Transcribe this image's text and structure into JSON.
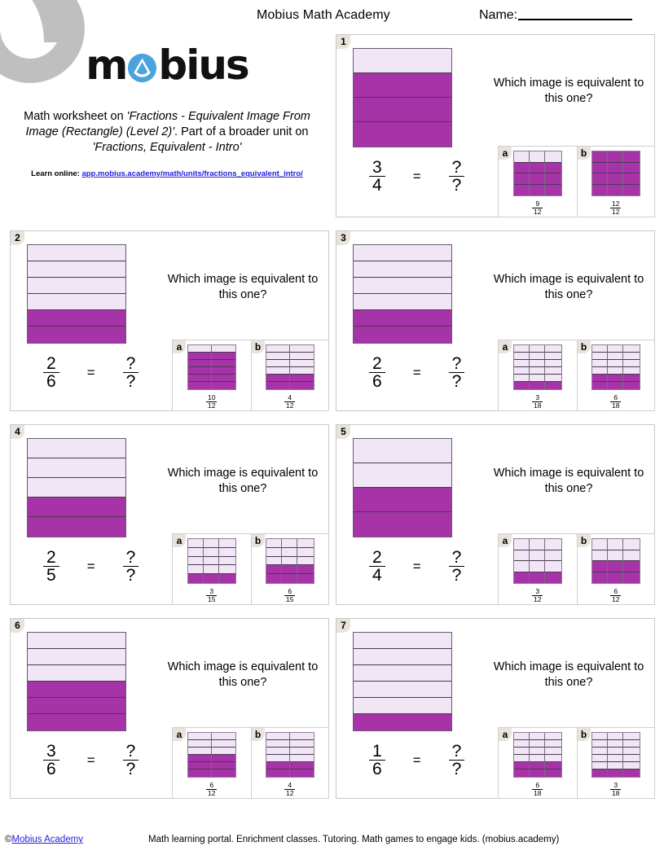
{
  "header": {
    "title": "Mobius Math Academy",
    "name_label": "Name:"
  },
  "brand": {
    "logo_part1": "m",
    "logo_part2": "bius",
    "description_plain_1": "Math worksheet on ",
    "description_italic_1": "'Fractions - Equivalent Image From Image (Rectangle) (Level 2)'",
    "description_plain_2": ". Part of a broader unit on ",
    "description_italic_2": "'Fractions, Equivalent - Intro'",
    "learn_label": "Learn online: ",
    "learn_url_text": "app.mobius.academy/math/units/fractions_equivalent_intro/"
  },
  "colors": {
    "fill": "#a733a9",
    "empty": "#f0e6f5",
    "badge": "#e8e4dc",
    "link": "#2020e0",
    "swirl": "#bfbfbf",
    "drop": "#4aa3dd"
  },
  "prompt_text": "Which image is equivalent to this one?",
  "questions": [
    {
      "number": "1",
      "prompt": "Which image is equivalent to this one?",
      "fraction": {
        "numerator": "3",
        "denominator": "4"
      },
      "equals": "=",
      "answer": {
        "numerator": "?",
        "denominator": "?"
      },
      "main_bar": {
        "rows": 4,
        "filled": 3,
        "fill_from": "bottom"
      },
      "options": [
        {
          "letter": "a",
          "cols": 3,
          "rows": 4,
          "filled_rows": 3,
          "numerator": "9",
          "denominator": "12"
        },
        {
          "letter": "b",
          "cols": 3,
          "rows": 4,
          "filled_rows": 4,
          "numerator": "12",
          "denominator": "12"
        }
      ]
    },
    {
      "number": "2",
      "prompt": "Which image is equivalent to this one?",
      "fraction": {
        "numerator": "2",
        "denominator": "6"
      },
      "equals": "=",
      "answer": {
        "numerator": "?",
        "denominator": "?"
      },
      "main_bar": {
        "rows": 6,
        "filled": 2,
        "fill_from": "bottom"
      },
      "options": [
        {
          "letter": "a",
          "cols": 2,
          "rows": 6,
          "filled_rows": 5,
          "numerator": "10",
          "denominator": "12"
        },
        {
          "letter": "b",
          "cols": 2,
          "rows": 6,
          "filled_rows": 2,
          "numerator": "4",
          "denominator": "12"
        }
      ]
    },
    {
      "number": "3",
      "prompt": "Which image is equivalent to this one?",
      "fraction": {
        "numerator": "2",
        "denominator": "6"
      },
      "equals": "=",
      "answer": {
        "numerator": "?",
        "denominator": "?"
      },
      "main_bar": {
        "rows": 6,
        "filled": 2,
        "fill_from": "bottom"
      },
      "options": [
        {
          "letter": "a",
          "cols": 3,
          "rows": 6,
          "filled_rows": 1,
          "numerator": "3",
          "denominator": "18"
        },
        {
          "letter": "b",
          "cols": 3,
          "rows": 6,
          "filled_rows": 2,
          "numerator": "6",
          "denominator": "18"
        }
      ]
    },
    {
      "number": "4",
      "prompt": "Which image is equivalent to this one?",
      "fraction": {
        "numerator": "2",
        "denominator": "5"
      },
      "equals": "=",
      "answer": {
        "numerator": "?",
        "denominator": "?"
      },
      "main_bar": {
        "rows": 5,
        "filled": 2,
        "fill_from": "bottom"
      },
      "options": [
        {
          "letter": "a",
          "cols": 3,
          "rows": 5,
          "filled_rows": 1,
          "numerator": "3",
          "denominator": "15"
        },
        {
          "letter": "b",
          "cols": 3,
          "rows": 5,
          "filled_rows": 2,
          "numerator": "6",
          "denominator": "15"
        }
      ]
    },
    {
      "number": "5",
      "prompt": "Which image is equivalent to this one?",
      "fraction": {
        "numerator": "2",
        "denominator": "4"
      },
      "equals": "=",
      "answer": {
        "numerator": "?",
        "denominator": "?"
      },
      "main_bar": {
        "rows": 4,
        "filled": 2,
        "fill_from": "bottom"
      },
      "options": [
        {
          "letter": "a",
          "cols": 3,
          "rows": 4,
          "filled_rows": 1,
          "numerator": "3",
          "denominator": "12"
        },
        {
          "letter": "b",
          "cols": 3,
          "rows": 4,
          "filled_rows": 2,
          "numerator": "6",
          "denominator": "12"
        }
      ]
    },
    {
      "number": "6",
      "prompt": "Which image is equivalent to this one?",
      "fraction": {
        "numerator": "3",
        "denominator": "6"
      },
      "equals": "=",
      "answer": {
        "numerator": "?",
        "denominator": "?"
      },
      "main_bar": {
        "rows": 6,
        "filled": 3,
        "fill_from": "bottom"
      },
      "options": [
        {
          "letter": "a",
          "cols": 2,
          "rows": 6,
          "filled_rows": 3,
          "numerator": "6",
          "denominator": "12"
        },
        {
          "letter": "b",
          "cols": 2,
          "rows": 6,
          "filled_rows": 2,
          "numerator": "4",
          "denominator": "12"
        }
      ]
    },
    {
      "number": "7",
      "prompt": "Which image is equivalent to this one?",
      "fraction": {
        "numerator": "1",
        "denominator": "6"
      },
      "equals": "=",
      "answer": {
        "numerator": "?",
        "denominator": "?"
      },
      "main_bar": {
        "rows": 6,
        "filled": 1,
        "fill_from": "bottom"
      },
      "options": [
        {
          "letter": "a",
          "cols": 3,
          "rows": 6,
          "filled_rows": 2,
          "numerator": "6",
          "denominator": "18"
        },
        {
          "letter": "b",
          "cols": 3,
          "rows": 6,
          "filled_rows": 1,
          "numerator": "3",
          "denominator": "18"
        }
      ]
    }
  ],
  "footer": {
    "copyright_symbol": "©",
    "copyright_link": "Mobius Academy",
    "tagline": "Math learning portal. Enrichment classes. Tutoring. Math games to engage kids. (mobius.academy)"
  }
}
